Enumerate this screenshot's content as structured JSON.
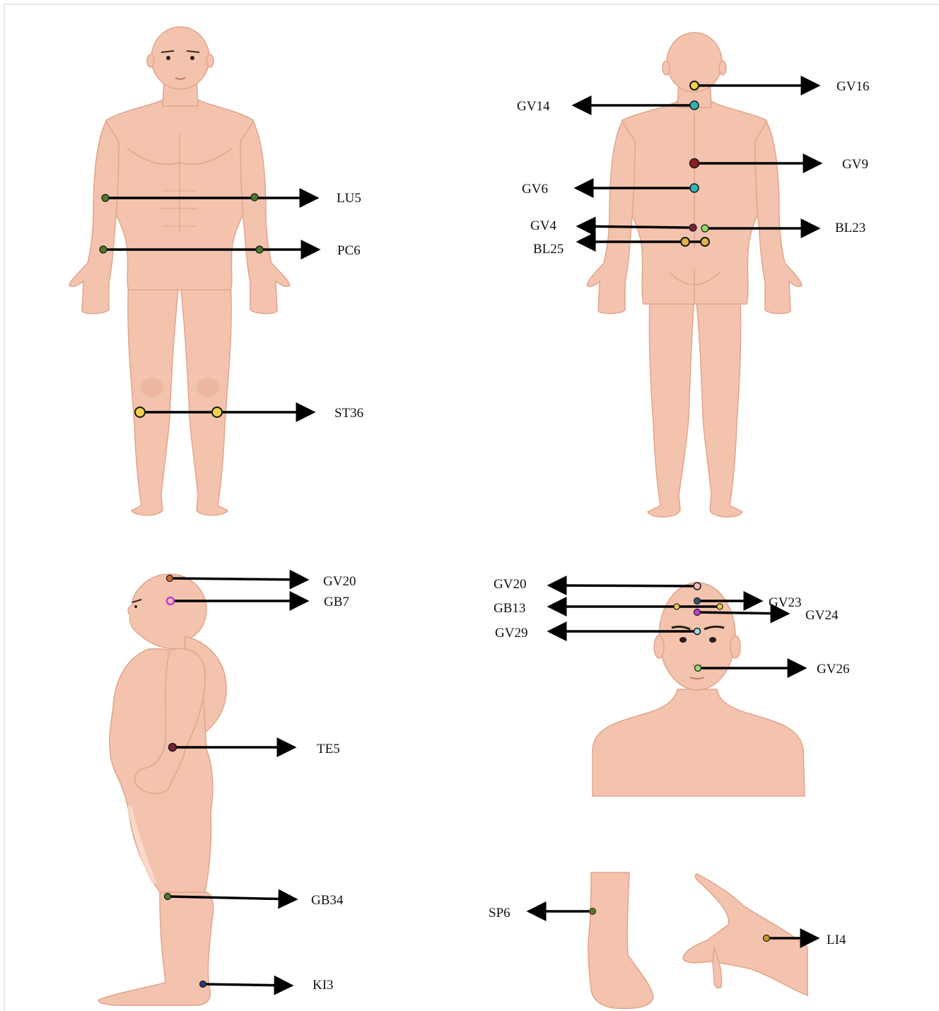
{
  "panels": {
    "front": {
      "labels": {
        "lu5": "LU5",
        "pc6": "PC6",
        "st36": "ST36"
      }
    },
    "back": {
      "labels": {
        "gv16": "GV16",
        "gv14": "GV14",
        "gv9": "GV9",
        "gv6": "GV6",
        "gv4": "GV4",
        "bl23": "BL23",
        "bl25": "BL25"
      }
    },
    "side": {
      "labels": {
        "gv20": "GV20",
        "gb7": "GB7",
        "te5": "TE5",
        "gb34": "GB34",
        "ki3": "KI3"
      }
    },
    "head": {
      "labels": {
        "gv20": "GV20",
        "gb13": "GB13",
        "gv23": "GV23",
        "gv24": "GV24",
        "gv29": "GV29",
        "gv26": "GV26"
      }
    },
    "limbs": {
      "labels": {
        "sp6": "SP6",
        "li4": "LI4"
      }
    }
  },
  "colors": {
    "skin": "#f3c3ad",
    "skin_outline": "#e1a58c",
    "arrow": "#000000",
    "point_green": "#4b7a2a",
    "point_yellow": "#f2d14a",
    "point_cyan": "#2bb7b7",
    "point_darkred": "#8b1c1c",
    "point_maroon": "#7a1f3a",
    "point_lightgreen": "#8fdc6a",
    "point_magenta": "#c03ad8",
    "point_pink": "#f7b5b5",
    "point_navy": "#2d3a7a",
    "point_lightblue": "#9ed8f5",
    "point_gold": "#c99a1d",
    "point_purple": "#6a2a8a"
  }
}
